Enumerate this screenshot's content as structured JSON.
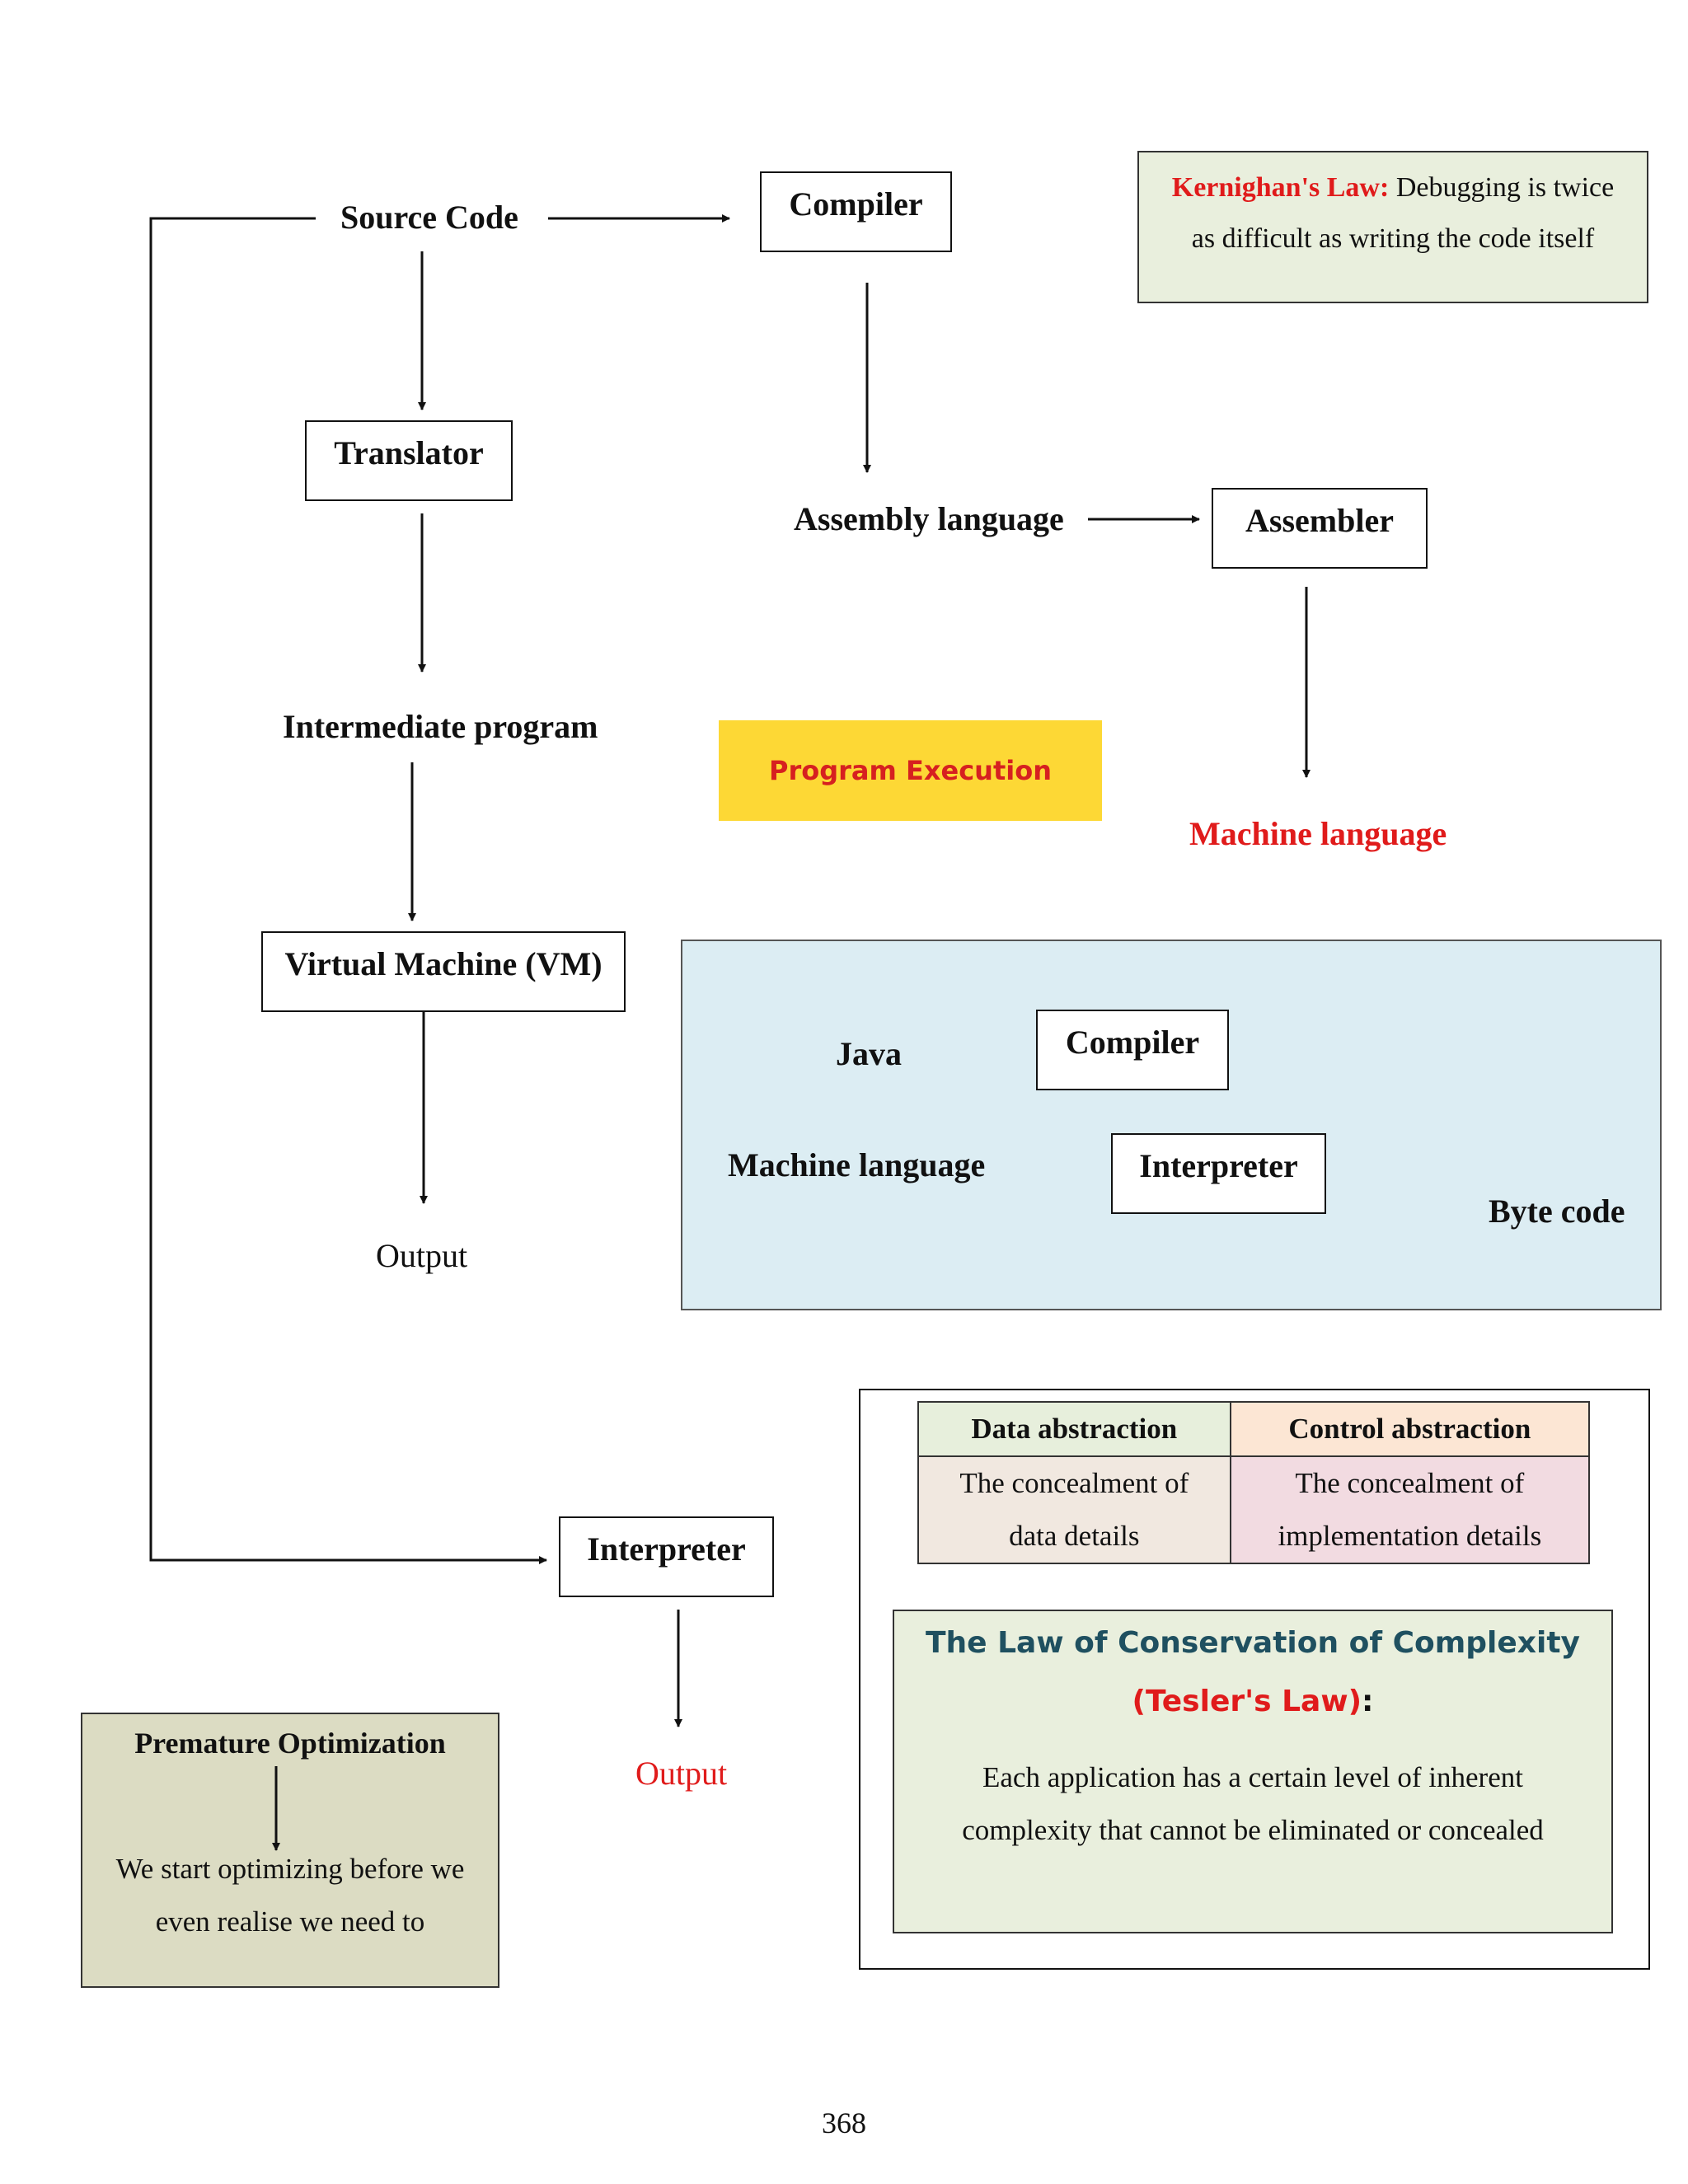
{
  "flow": {
    "source_code": "Source Code",
    "compiler": "Compiler",
    "translator": "Translator",
    "assembly_language": "Assembly language",
    "assembler": "Assembler",
    "intermediate_program": "Intermediate program",
    "machine_language": "Machine language",
    "virtual_machine": "Virtual Machine (VM)",
    "output_vm": "Output",
    "interpreter": "Interpreter",
    "output_interpreter": "Output"
  },
  "kernighan": {
    "law_name": "Kernighan's Law:",
    "text_line1": " Debugging is twice",
    "text_line2": "as difficult as writing the code itself"
  },
  "program_execution": "Program Execution",
  "jvm": {
    "java": "Java",
    "compiler": "Compiler",
    "machine_language": "Machine language",
    "interpreter": "Interpreter",
    "byte_code": "Byte code"
  },
  "abstraction": {
    "data_header": "Data abstraction",
    "control_header": "Control abstraction",
    "data_line1": "The concealment of",
    "data_line2": "data details",
    "control_line1": "The concealment of",
    "control_line2": "implementation details",
    "colors": {
      "data_header": "#e7efdc",
      "control_header": "#fce6d4",
      "data_cell": "#f1e8e0",
      "control_cell": "#f2dbe1"
    }
  },
  "tesler": {
    "title_line1": "The Law of Conservation of Complexity",
    "title_line2": "(Tesler's Law)",
    "colon": ":",
    "body_line1": "Each application has a certain level of inherent",
    "body_line2": "complexity that cannot be eliminated or concealed"
  },
  "premature": {
    "title": "Premature Optimization",
    "body_line1": "We start optimizing before we",
    "body_line2": "even realise we need to"
  },
  "page_number": "368",
  "colors": {
    "red_text": "#e01b1b",
    "program_execution_bg": "#fdd835",
    "jvm_panel_bg": "#dcedf3",
    "law_panel_bg": "#e9efdd",
    "premature_bg": "#dcdcc3",
    "tesler_title": "#1f5060"
  }
}
